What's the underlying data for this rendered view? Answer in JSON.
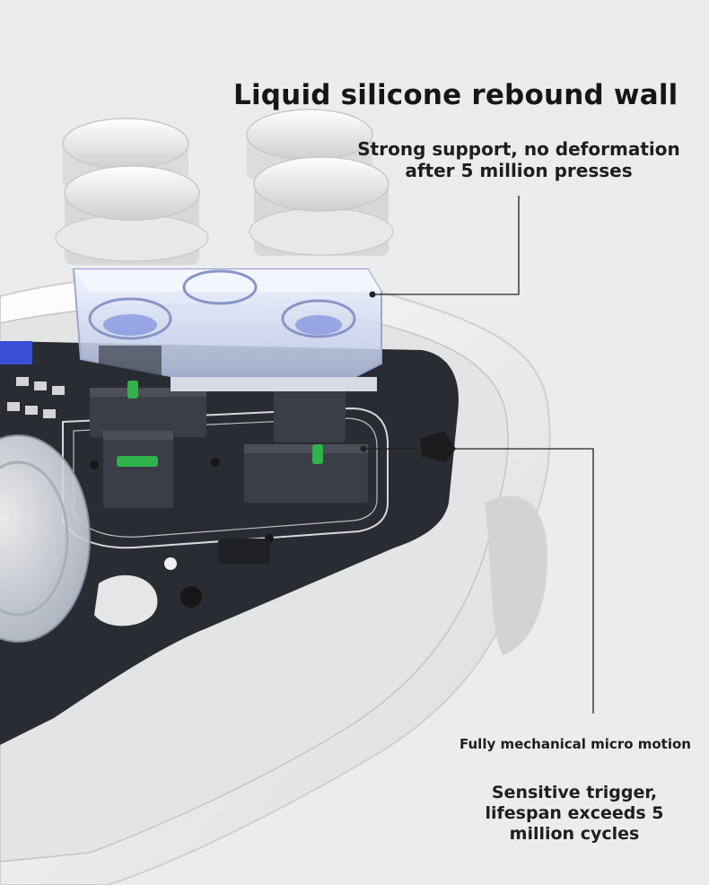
{
  "headline": "Liquid silicone rebound wall",
  "callouts": [
    {
      "lines": [
        "Strong support, no deformation",
        "after 5 million presses"
      ]
    },
    {
      "lines": [
        "Fully mechanical micro motion"
      ]
    },
    {
      "lines": [
        "Sensitive trigger,",
        "lifespan exceeds 5",
        "million cycles"
      ]
    }
  ],
  "colors": {
    "background": "#ececec",
    "controller_shell": "#f5f5f5",
    "circuit_board": "#2a2c33",
    "switch_housing": "#3b3e47",
    "switch_stem": "#2fb34a",
    "button_cap": "#f2f2f2",
    "leader_line": "#222222"
  }
}
